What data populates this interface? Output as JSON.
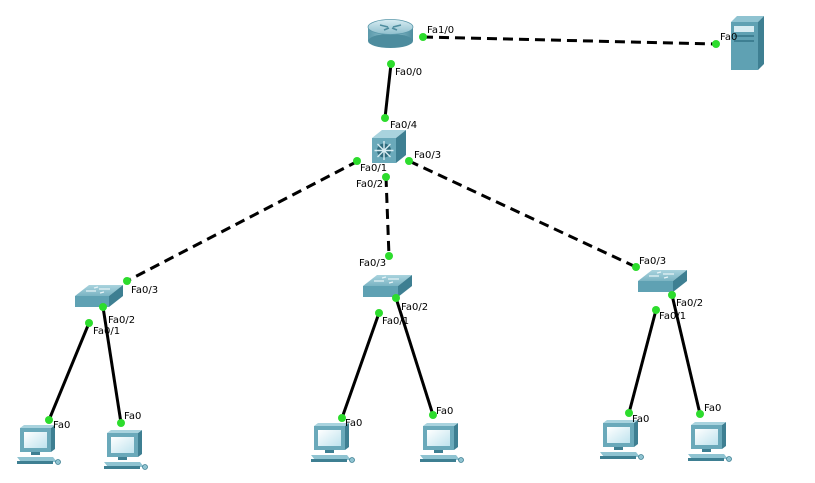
{
  "colors": {
    "link_up": "#2ddc2d",
    "device_dark": "#3e7f92",
    "device_light": "#8fc3d1",
    "line": "#000000"
  },
  "devices": [
    {
      "id": "router",
      "type": "router-icon"
    },
    {
      "id": "server",
      "type": "server-icon"
    },
    {
      "id": "multilayer-switch",
      "type": "multilayer-switch-icon"
    },
    {
      "id": "switch-left",
      "type": "switch-icon"
    },
    {
      "id": "switch-middle",
      "type": "switch-icon"
    },
    {
      "id": "switch-right",
      "type": "switch-icon"
    },
    {
      "id": "pc-1",
      "type": "pc-icon"
    },
    {
      "id": "pc-2",
      "type": "pc-icon"
    },
    {
      "id": "pc-3",
      "type": "pc-icon"
    },
    {
      "id": "pc-4",
      "type": "pc-icon"
    },
    {
      "id": "pc-5",
      "type": "pc-icon"
    },
    {
      "id": "pc-6",
      "type": "pc-icon"
    }
  ],
  "links": [
    {
      "id": "router-server",
      "style": "dashed",
      "from_port": "Fa1/0",
      "to_port": "Fa0"
    },
    {
      "id": "router-mls",
      "style": "solid",
      "from_port": "Fa0/0",
      "to_port": "Fa0/4"
    },
    {
      "id": "mls-switch-left",
      "style": "dashed",
      "from_port": "Fa0/1",
      "to_port": "Fa0/3"
    },
    {
      "id": "mls-switch-middle",
      "style": "dashed",
      "from_port": "Fa0/2",
      "to_port": "Fa0/3"
    },
    {
      "id": "mls-switch-right",
      "style": "dashed",
      "from_port": "Fa0/3",
      "to_port": "Fa0/3"
    },
    {
      "id": "switch-left-pc1",
      "style": "solid",
      "from_port": "Fa0/1",
      "to_port": "Fa0"
    },
    {
      "id": "switch-left-pc2",
      "style": "solid",
      "from_port": "Fa0/2",
      "to_port": "Fa0"
    },
    {
      "id": "switch-middle-pc3",
      "style": "solid",
      "from_port": "Fa0/1",
      "to_port": "Fa0"
    },
    {
      "id": "switch-middle-pc4",
      "style": "solid",
      "from_port": "Fa0/2",
      "to_port": "Fa0"
    },
    {
      "id": "switch-right-pc5",
      "style": "solid",
      "from_port": "Fa0/1",
      "to_port": "Fa0"
    },
    {
      "id": "switch-right-pc6",
      "style": "solid",
      "from_port": "Fa0/2",
      "to_port": "Fa0"
    }
  ]
}
